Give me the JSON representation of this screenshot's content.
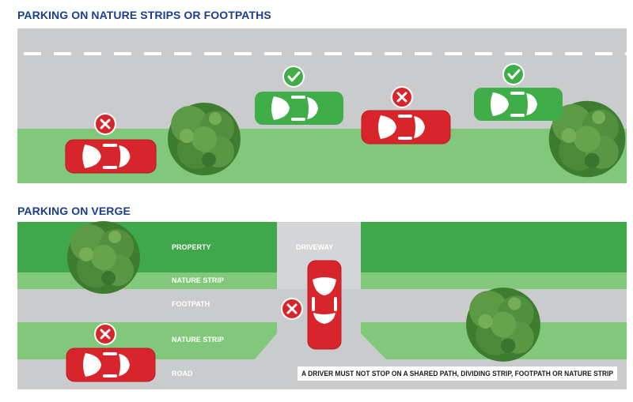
{
  "sections": {
    "top_title": "PARKING ON NATURE STRIPS OR FOOTPATHS",
    "bottom_title": "PARKING ON VERGE"
  },
  "labels": {
    "property": "PROPERTY",
    "nature_strip_upper": "NATURE STRIP",
    "footpath": "FOOTPATH",
    "nature_strip_lower": "NATURE STRIP",
    "road": "ROAD",
    "driveway": "DRIVEWAY"
  },
  "notice": "A DRIVER MUST NOT STOP ON A SHARED PATH, DIVIDING STRIP, FOOTPATH OR NATURE STRIP",
  "colors": {
    "heading": "#1b3e8f",
    "road": "#c9cbcd",
    "grass": "#82c87a",
    "property": "#3ea84a",
    "car_bad": "#d8252b",
    "car_good": "#3fae49",
    "tree": "#4a8b3a",
    "badge_bad": "#d8252b",
    "badge_good": "#3fae49"
  },
  "icons": {
    "bad": "cross-icon",
    "good": "tick-icon"
  }
}
